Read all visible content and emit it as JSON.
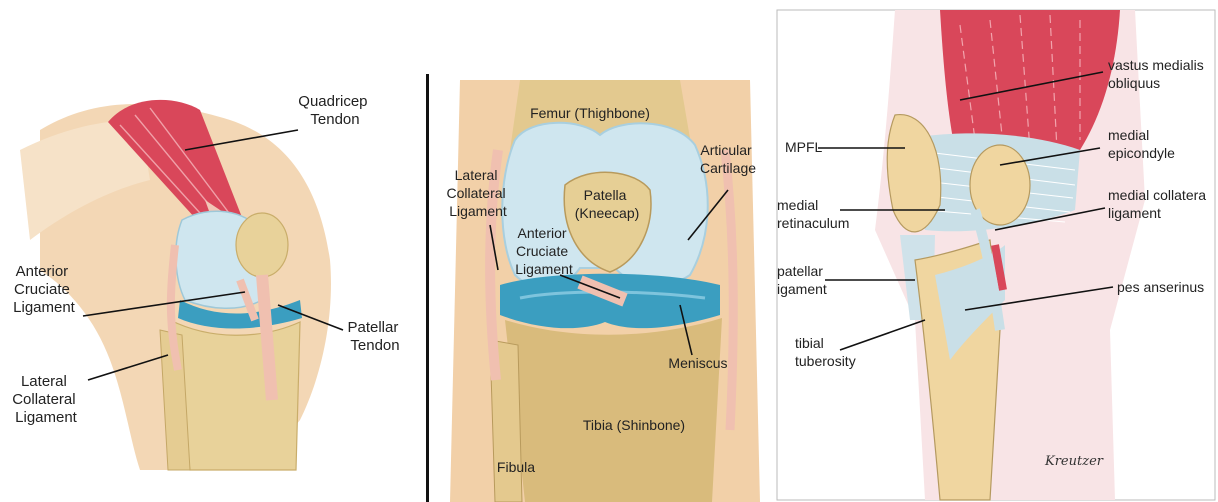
{
  "panel1": {
    "labels": {
      "quadricep": [
        "Quadricep",
        "Tendon"
      ],
      "acl": [
        "Anterior",
        "Cruciate",
        "Ligament"
      ],
      "patellar": [
        "Patellar",
        "Tendon"
      ],
      "lcl": [
        "Lateral",
        "Collateral",
        "Ligament"
      ]
    }
  },
  "panel2": {
    "labels": {
      "femur": "Femur (Thighbone)",
      "lcl": [
        "Lateral",
        "Collateral",
        "Ligament"
      ],
      "articular": [
        "Articular",
        "Cartilage"
      ],
      "patella": [
        "Patella",
        "(Kneecap)"
      ],
      "acl": [
        "Anterior",
        "Cruciate",
        "Ligament"
      ],
      "meniscus": "Meniscus",
      "tibia": "Tibia (Shinbone)",
      "fibula": "Fibula"
    }
  },
  "panel3": {
    "labels": {
      "vmo": [
        "vastus medialis",
        "obliquus"
      ],
      "mpfl": "MPFL",
      "epicondyle": [
        "medial",
        "epicondyle"
      ],
      "retinaculum": [
        "medial",
        "retinaculum"
      ],
      "mcl": [
        "medial collatera",
        "ligament"
      ],
      "patellar": [
        "patellar",
        "igament"
      ],
      "pes": "pes anserinus",
      "tuberosity": [
        "tibial",
        "tuberosity"
      ],
      "signature": "Kreutzer"
    }
  },
  "colors": {
    "muscle": "#d9475a",
    "skin": "#f2cfa8",
    "bone": "#e8d29a",
    "cartilage": "#cfe6ef",
    "meniscus": "#3b9ec0",
    "ligament": "#f0c0b0"
  }
}
